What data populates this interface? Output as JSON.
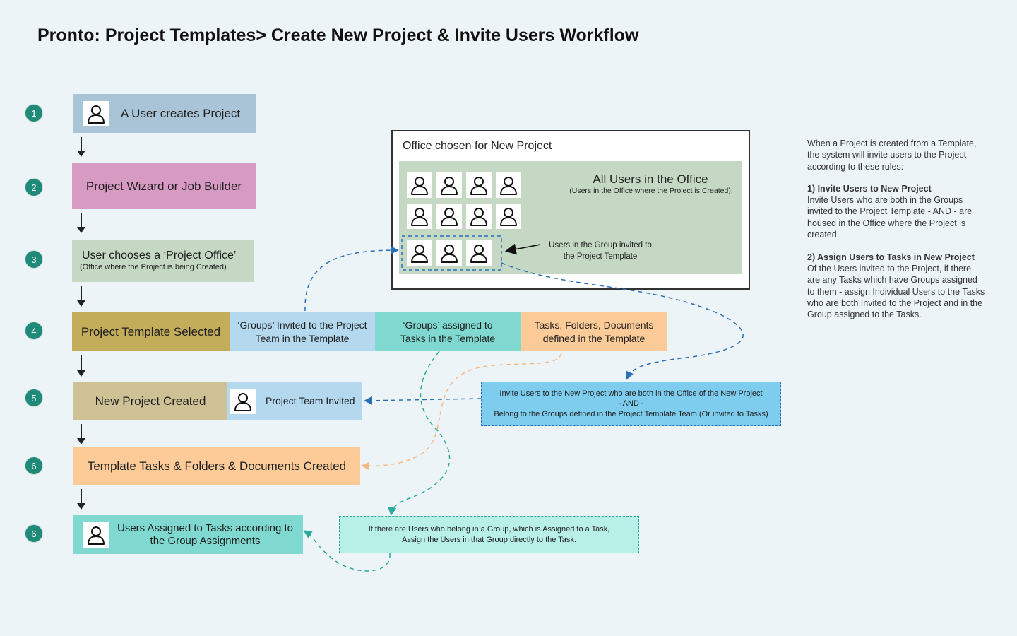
{
  "title": "Pronto: Project Templates> Create New Project & Invite Users Workflow",
  "steps": {
    "s1": {
      "num": "1",
      "label": "A User creates Project"
    },
    "s2": {
      "num": "2",
      "label": "Project Wizard or Job Builder"
    },
    "s3": {
      "num": "3",
      "label": "User chooses a ‘Project Office’",
      "sub": "(Office where the Project is being Created)"
    },
    "s4": {
      "num": "4",
      "label": "Project Template Selected",
      "groups_invited": "‘Groups’ Invited to the Project Team in the Template",
      "groups_assigned": "‘Groups’ assigned to Tasks in the Template",
      "tasks_defined": "Tasks, Folders, Documents defined in the Template"
    },
    "s5": {
      "num": "5",
      "label": "New Project Created",
      "team_invited": "Project Team Invited"
    },
    "s6a": {
      "num": "6",
      "label": "Template Tasks & Folders & Documents Created"
    },
    "s6b": {
      "num": "6",
      "label": "Users Assigned to Tasks according to the Group Assignments"
    }
  },
  "office": {
    "title": "Office chosen for New Project",
    "all_users": "All Users in the Office",
    "all_users_sub": "(Users in the Office where the Project is Created).",
    "group_label": "Users in the Group invited to the Project Template"
  },
  "invite_box": {
    "line1": "Invite Users to the New Project who are both in the Office of the New Project",
    "line2": "- AND -",
    "line3": "Belong to the Groups defined in the Project Template Team (Or invited to Tasks)"
  },
  "assign_box": {
    "line1": "If there are Users who belong in a Group, which is Assigned to a Task,",
    "line2": "Assign the Users in that Group directly to the Task."
  },
  "sidebar": {
    "intro": "When a Project is created from a Template, the system will invite users to the Project according to these rules:",
    "rule1_title": "1) Invite Users to New Project",
    "rule1_text": "Invite Users who are both in the Groups invited to the Project Template - AND - are housed in the Office where the Project is created.",
    "rule2_title": "2) Assign Users to Tasks in New Project",
    "rule2_text": "Of the Users invited to the Project, if there are any Tasks which have Groups assigned to them - assign Individual Users to the Tasks who are both Invited to the Project and in the Group assigned to the Tasks."
  },
  "colors": {
    "badge": "#1f8a78",
    "step1": "#a9c4d6",
    "step2": "#d79ac3",
    "step3": "#c5d8c4",
    "step4": "#c4ad5a",
    "groups_invited": "#b4d9ef",
    "groups_assigned": "#7fd9d0",
    "tasks_defined": "#fccb98",
    "step5": "#cfc196",
    "step6a": "#fccb98",
    "step6b": "#7fd9d0",
    "invite_box": "#7fcdee",
    "assign_box": "#b8efe6"
  }
}
